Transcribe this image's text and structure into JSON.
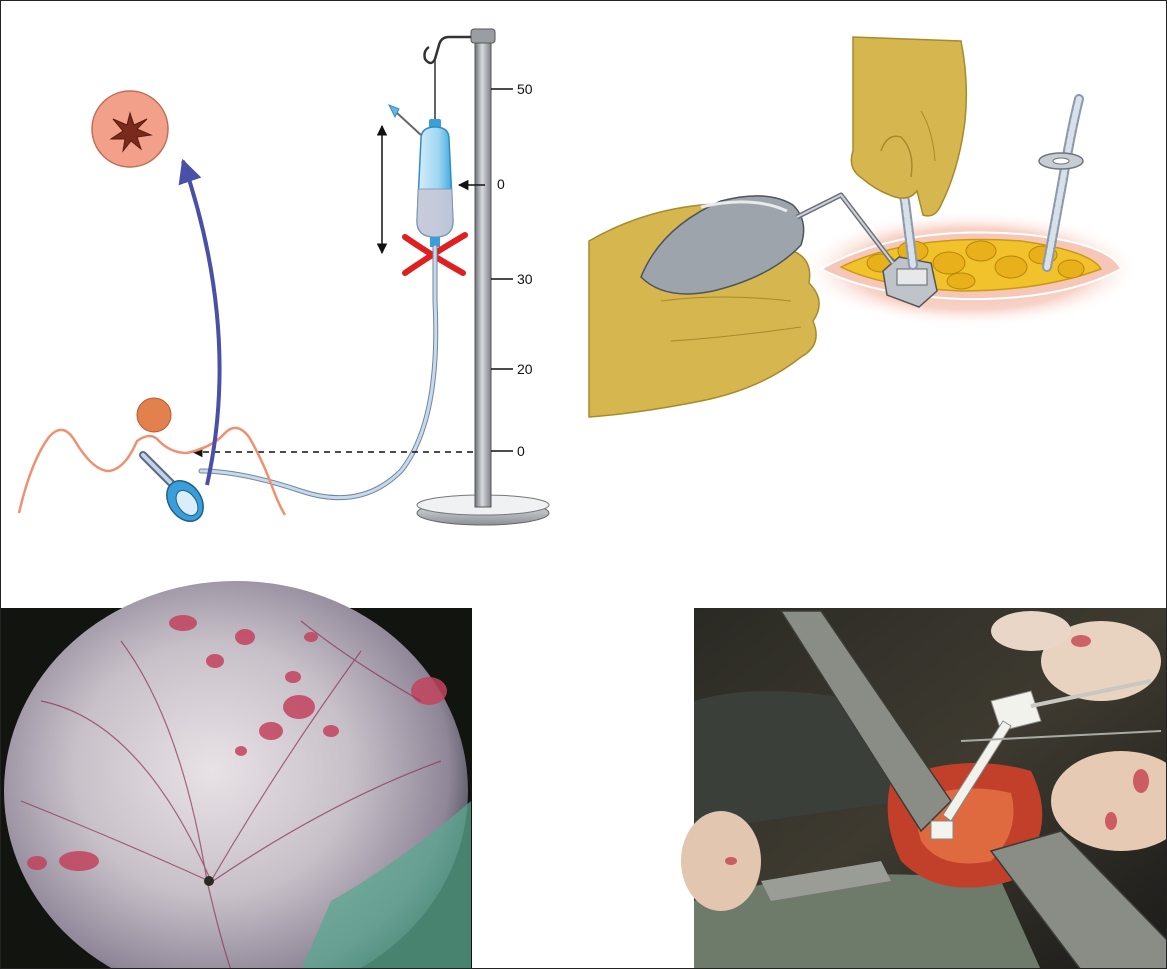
{
  "diagram": {
    "scale_ticks": [
      {
        "label": "50",
        "kind": "scale"
      },
      {
        "label": "0",
        "kind": "water-level"
      },
      {
        "label": "30",
        "kind": "scale"
      },
      {
        "label": "20",
        "kind": "scale"
      },
      {
        "label": "0",
        "kind": "zero-reference"
      }
    ],
    "colors": {
      "pole": "#8c9096",
      "balloon": "#f2a08a",
      "arrow_blue": "#4a4fa8",
      "tube": "#a9bfd6",
      "x_mark": "#e02020",
      "bag": "#7fc4e8",
      "wound": "#f6c7b8",
      "fat": "#f1c22c",
      "glove": "#d6b64e"
    }
  },
  "photos": [
    {
      "name": "endoscopic-view-photo",
      "description_icon": "endoscopy-image"
    },
    {
      "name": "surgical-field-photo",
      "description_icon": "surgery-image"
    }
  ]
}
